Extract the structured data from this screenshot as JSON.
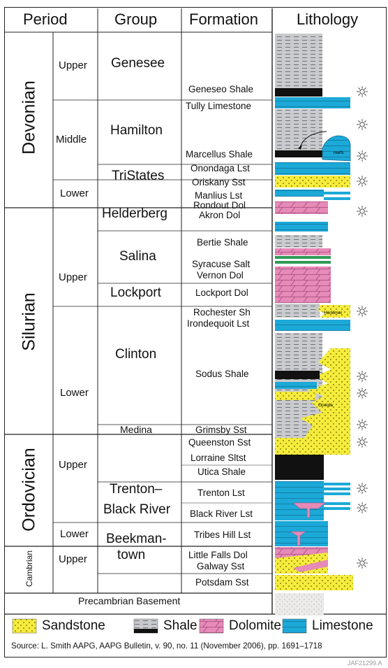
{
  "headers": {
    "period": "Period",
    "group": "Group",
    "formation": "Formation",
    "lithology": "Lithology"
  },
  "periods": {
    "devonian": "Devonian",
    "silurian": "Silurian",
    "ordovician": "Ordovician",
    "cambrian": "Cambrian",
    "precambrian": "Precambrian Basement"
  },
  "epochs": {
    "dev_upper": "Upper",
    "dev_middle": "Middle",
    "dev_lower": "Lower",
    "sil_upper": "Upper",
    "sil_lower": "Lower",
    "ord_upper": "Upper",
    "ord_lower": "Lower",
    "cam_upper": "Upper"
  },
  "groups": {
    "genesee": "Genesee",
    "hamilton": "Hamilton",
    "tristates": "TriStates",
    "helderberg": "Helderberg",
    "salina": "Salina",
    "lockport": "Lockport",
    "clinton": "Clinton",
    "medina": "Medina",
    "trenton1": "Trenton–",
    "trenton2": "Black River",
    "beekman1": "Beekman-",
    "beekman2": "town"
  },
  "formations": {
    "geneseo": "Geneseo Shale",
    "tully": "Tully Limestone",
    "marcellus": "Marcellus Shale",
    "onondaga": "Onondaga Lst",
    "oriskany": "Oriskany Sst",
    "manlius": "Manlius Lst",
    "rondout": "Rondout Dol",
    "akron": "Akron Dol",
    "bertie": "Bertie Shale",
    "syracuse": "Syracuse Salt",
    "vernon": "Vernon Dol",
    "lockport_dol": "Lockport Dol",
    "rochester": "Rochester Sh",
    "irondequoit": "Irondequoit Lst",
    "sodus": "Sodus Shale",
    "grimsby": "Grimsby Sst",
    "queenston": "Queenston Sst",
    "lorraine": "Lorraine Sltst",
    "utica": "Utica Shale",
    "trenton_lst": "Trenton Lst",
    "black_river": "Black River Lst",
    "tribes": "Tribes Hill Lst",
    "little_falls": "Little Falls Dol",
    "galway": "Galway Sst",
    "potsdam": "Potsdam Sst"
  },
  "annotations": {
    "reefs": "reefs",
    "herkimer": "Herkimer",
    "oneida": "Oneida"
  },
  "legend": {
    "sandstone": "Sandstone",
    "shale": "Shale",
    "dolomite": "Dolomite",
    "limestone": "Limestone"
  },
  "source": "Source: L. Smith AAPG, AAPG Bulletin, v. 90, no. 11 (November 2006), pp. 1691–1718",
  "code": "JAF21299.A",
  "icons": {
    "reservoir_marker": "sun-burst-icon"
  },
  "colors": {
    "sandstone": "#f5ec3c",
    "shale": "#c9cacd",
    "dolomite": "#e68ab8",
    "limestone": "#1ca9d8",
    "black_shale": "#111111",
    "basement": "#ecebea"
  }
}
